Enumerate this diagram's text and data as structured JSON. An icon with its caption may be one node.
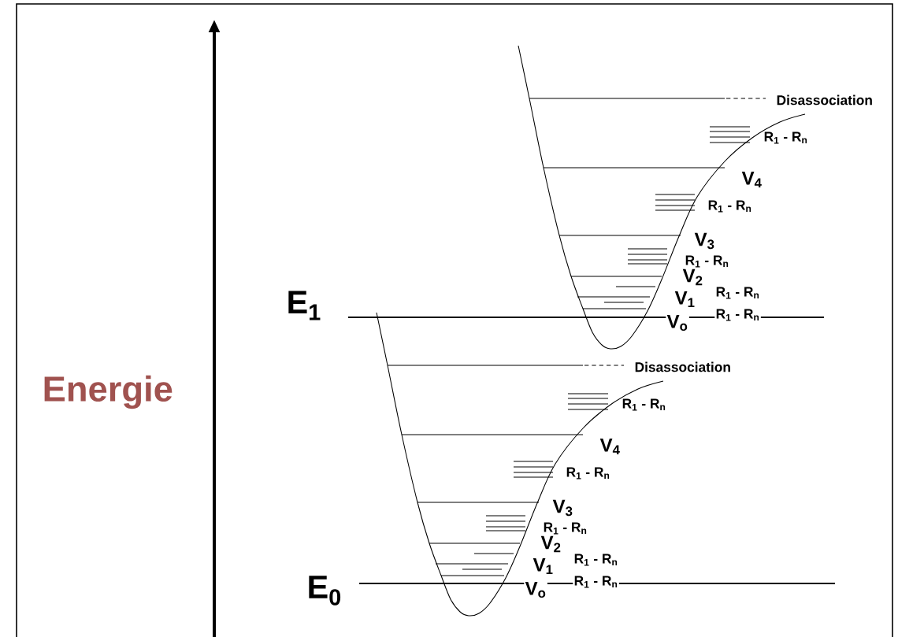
{
  "diagram": {
    "labels": [
      "Disassociation",
      "R$_{1}$ - R$_{n}$",
      "V$_{4}$",
      "R$_{1}$ - R$_{n}$",
      "V$_{3}$",
      "R$_{1}$ - R$_{n}$",
      "V$_{2}$",
      "R$_{1}$ - R$_{n}$",
      "V$_{1}$",
      "V$_{o}$",
      "R$_{1}$ - R$_{n}$",
      "E$_{1}$",
      "Energie",
      "Disassociation",
      "R$_{1}$ - R$_{n}$",
      "V$_{4}$",
      "R$_{1}$ - R$_{n}$",
      "V$_{3}$",
      "R$_{1}$ - R$_{n}$",
      "V$_{2}$",
      "R$_{1}$ - R$_{n}$",
      "V$_{1}$",
      "V$_{o}$",
      "R$_{1}$ - R$_{n}$",
      "E$_{0}$"
    ]
  }
}
